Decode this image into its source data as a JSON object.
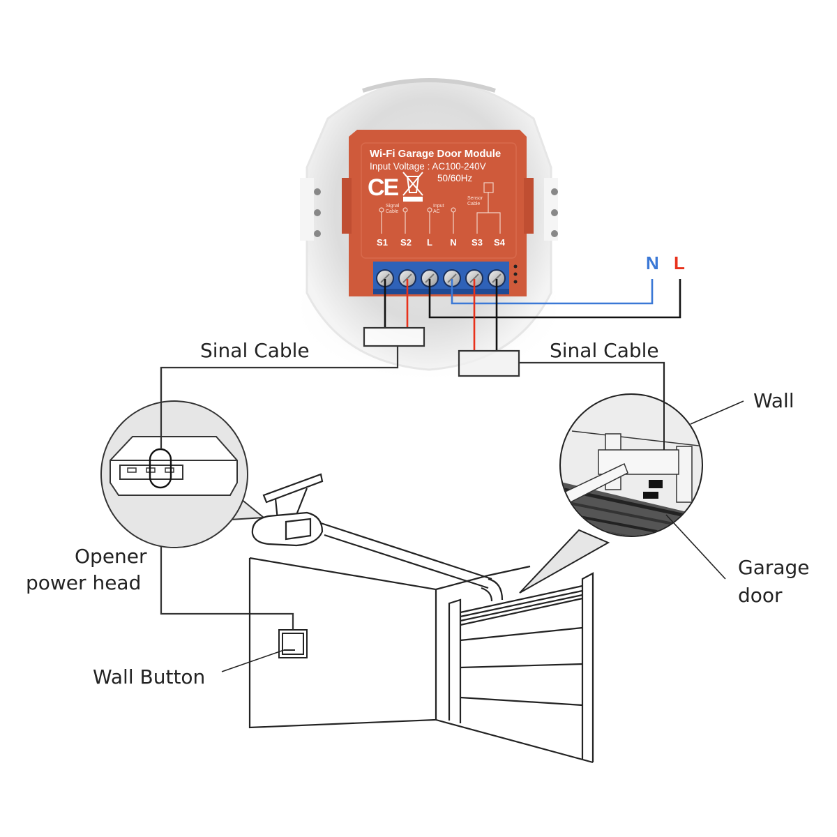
{
  "module": {
    "title": "Wi-Fi Garage Door Module",
    "input_voltage": "Input Voltage : AC100-240V",
    "frequency": "50/60Hz",
    "ce_mark": "CE",
    "signal_cable_small": "Signal Cable",
    "input_ac_small": "Input AC",
    "sensor_cable_small": "Sensor Cable",
    "terminals": [
      "S1",
      "S2",
      "L",
      "N",
      "S3",
      "S4"
    ],
    "colors": {
      "body": "#cf5a3b",
      "terminal_block": "#2f62b8",
      "wire_red": "#e8311b",
      "wire_blue": "#3a78d6",
      "wire_black": "#111111"
    }
  },
  "power": {
    "neutral_label": "N",
    "live_label": "L",
    "neutral_color": "#3a78d6",
    "live_color": "#e8311b"
  },
  "labels": {
    "signal_cable_left": "Sinal Cable",
    "signal_cable_right": "Sinal Cable",
    "wall": "Wall",
    "garage_door_line1": "Garage",
    "garage_door_line2": "door",
    "opener_line1": "Opener",
    "opener_line2": "power head",
    "wall_button": "Wall Button"
  }
}
